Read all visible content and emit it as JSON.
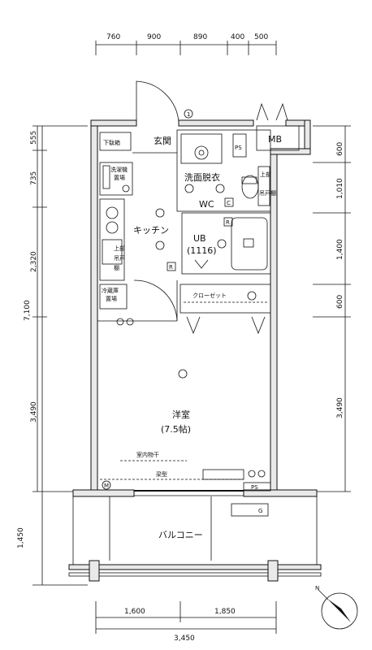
{
  "dimensions": {
    "top": [
      "760",
      "900",
      "890",
      "400",
      "500"
    ],
    "left": [
      "555",
      "735",
      "2,320",
      "7,100",
      "3,490",
      "1,450"
    ],
    "right": [
      "600",
      "1,010",
      "1,400",
      "600",
      "3,490"
    ],
    "bottom": [
      "1,600",
      "1,850",
      "3,450"
    ]
  },
  "rooms": {
    "entrance": "玄関",
    "shoe_box": "下駄箱",
    "mb": "MB",
    "ps_top": "PS",
    "ps_bottom": "PS",
    "washroom": "洗面脱衣",
    "wc": "WC",
    "laundry_line1": "洗濯機",
    "laundry_line2": "置場",
    "storage_line1": "上部",
    "storage_line2": "吊戸棚",
    "kitchen": "キッチン",
    "kitchen_cabinet_line1": "上部",
    "kitchen_cabinet_line2": "吊戸",
    "kitchen_cabinet_line3": "棚",
    "fridge_line1": "冷蔵庫",
    "fridge_line2": "置場",
    "ub": "UB",
    "ub_size": "(1116)",
    "closet": "クローゼット",
    "western_room": "洋室",
    "western_room_size": "(7.5帖)",
    "indoor_drying": "室内物干",
    "beam": "梁型",
    "balcony": "バルコニー"
  },
  "symbols": {
    "c": "C",
    "r": "R",
    "m": "M",
    "g": "G",
    "one": "1"
  },
  "icons": [
    "compass-icon",
    "door-swing-icon",
    "outlet-icon",
    "light-fixture-icon"
  ]
}
